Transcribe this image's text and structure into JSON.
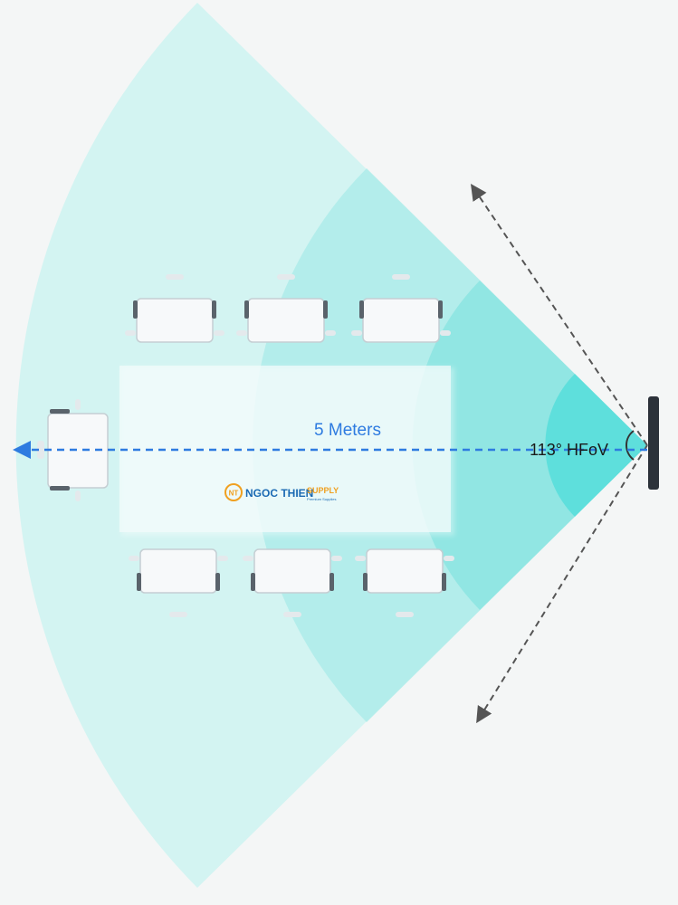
{
  "diagram": {
    "distance_label": "5 Meters",
    "fov_label": "113° HFoV",
    "watermark": {
      "badge": "NT",
      "brand": "NGOC THIEN",
      "suffix": "SUPPLY",
      "tagline": "Premium Supplies"
    },
    "colors": {
      "background": "#f4f6f6",
      "wedge_outer": "#cdf3f1",
      "wedge_mid": "#a8ebe8",
      "wedge_inner": "#7fe2de",
      "wedge_core": "#49dcd8",
      "distance_arrow": "#2e7be0",
      "fov_arrows": "#555555",
      "camera": "#2c323a",
      "table": "#f2fbfb",
      "chair": "#f7f9fa",
      "chair_edge": "#c5ced3",
      "logo_orange": "#f0a020",
      "logo_blue": "#1b6ab3"
    }
  }
}
